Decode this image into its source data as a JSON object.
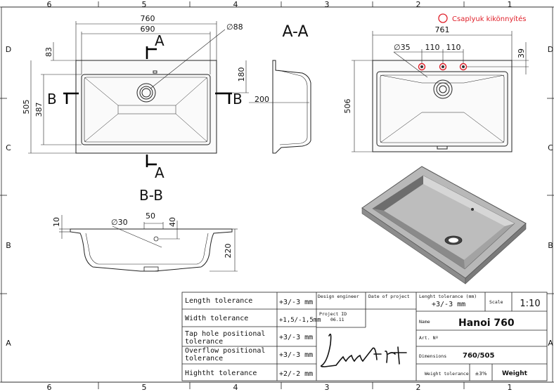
{
  "frame": {
    "columns": [
      "6",
      "5",
      "4",
      "3",
      "2",
      "1"
    ],
    "rows": [
      "D",
      "C",
      "B",
      "A"
    ]
  },
  "legend": {
    "label": "Csaplyuk kikönnyítés",
    "color": "#e0202a"
  },
  "top_view": {
    "dim_760": "760",
    "dim_690": "690",
    "dim_d88": "∅88",
    "dim_83": "83",
    "dim_505": "505",
    "dim_387": "387",
    "dim_180": "180",
    "section_a": "A",
    "section_b": "B"
  },
  "section_aa": {
    "title": "A-A",
    "dim_200": "200"
  },
  "right_view": {
    "dim_761": "761",
    "dim_d35": "∅35",
    "dim_110a": "110",
    "dim_110b": "110",
    "dim_39": "39",
    "dim_506": "506"
  },
  "section_bb": {
    "title": "B-B",
    "dim_d30": "∅30",
    "dim_50": "50",
    "dim_40": "40",
    "dim_10": "10",
    "dim_220": "220"
  },
  "title_block": {
    "tolerances": [
      {
        "label": "Length tolerance",
        "value": "+3/-3 mm"
      },
      {
        "label": "Width tolerance",
        "value": "+1,5/-1,5mm"
      },
      {
        "label": "Tap hole positional tolerance",
        "value": "+3/-3 mm"
      },
      {
        "label": "Overflow positional tolerance",
        "value": "+3/-3 mm"
      },
      {
        "label": "Hightht tolerance",
        "value": "+2/-2 mm"
      }
    ],
    "design_engineer": "Design engineer",
    "date_of_project": "Date of project",
    "project_id_label": "Project ID",
    "project_id_value": "06.11",
    "length_tol_label": "Lenght tolerance (mm)",
    "length_tol_value": "+3/-3 mm",
    "scale_label": "Scale",
    "scale_value": "1:10",
    "name_label": "Name",
    "name_value": "Hanoi 760",
    "art_label": "Art. Nº",
    "dimensions_label": "Dimensions",
    "dimensions_value": "760/505",
    "weight_tol_label": "Weight tolerance",
    "weight_tol_value": "±3%",
    "weight_label": "Weight",
    "logo_text": "LunArt"
  }
}
